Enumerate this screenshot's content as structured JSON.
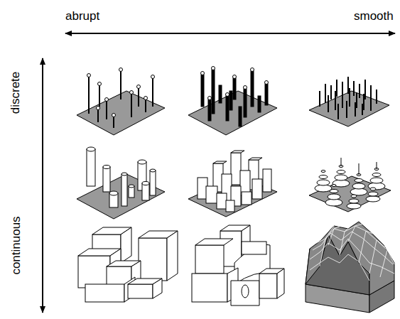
{
  "diagram": {
    "labels": [
      "abrupt",
      "smooth",
      "discrete",
      "continuous"
    ]
  }
}
